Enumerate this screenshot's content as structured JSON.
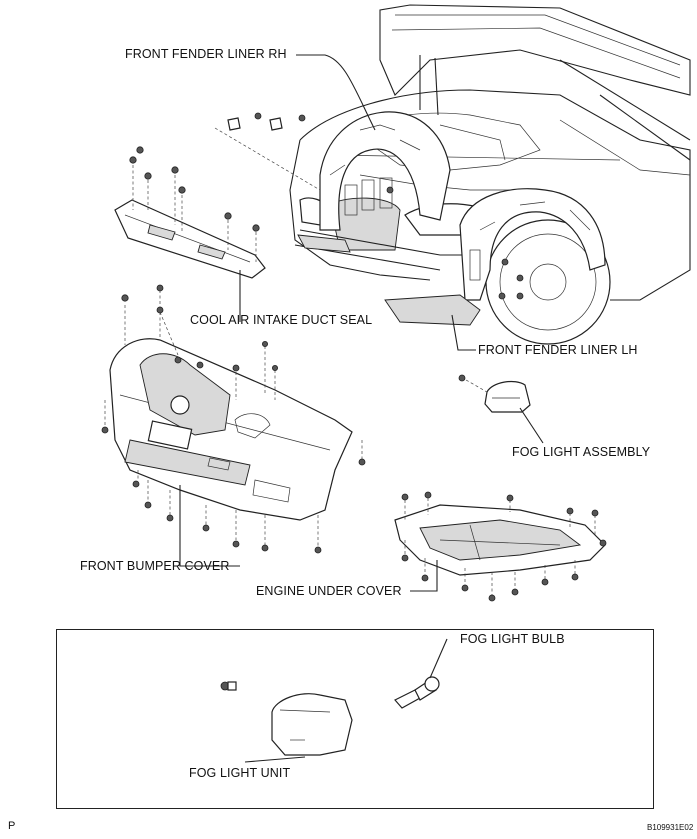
{
  "labels": {
    "front_fender_liner_rh": "FRONT FENDER LINER RH",
    "cool_air_intake_duct_seal": "COOL AIR INTAKE DUCT SEAL",
    "front_fender_liner_lh": "FRONT FENDER LINER LH",
    "fog_light_assembly": "FOG LIGHT ASSEMBLY",
    "front_bumper_cover": "FRONT BUMPER COVER",
    "engine_under_cover": "ENGINE UNDER COVER",
    "fog_light_bulb": "FOG LIGHT BULB",
    "fog_light_unit": "FOG LIGHT UNIT"
  },
  "footer": {
    "page_mark": "P",
    "figure_id": "B109931E02"
  }
}
